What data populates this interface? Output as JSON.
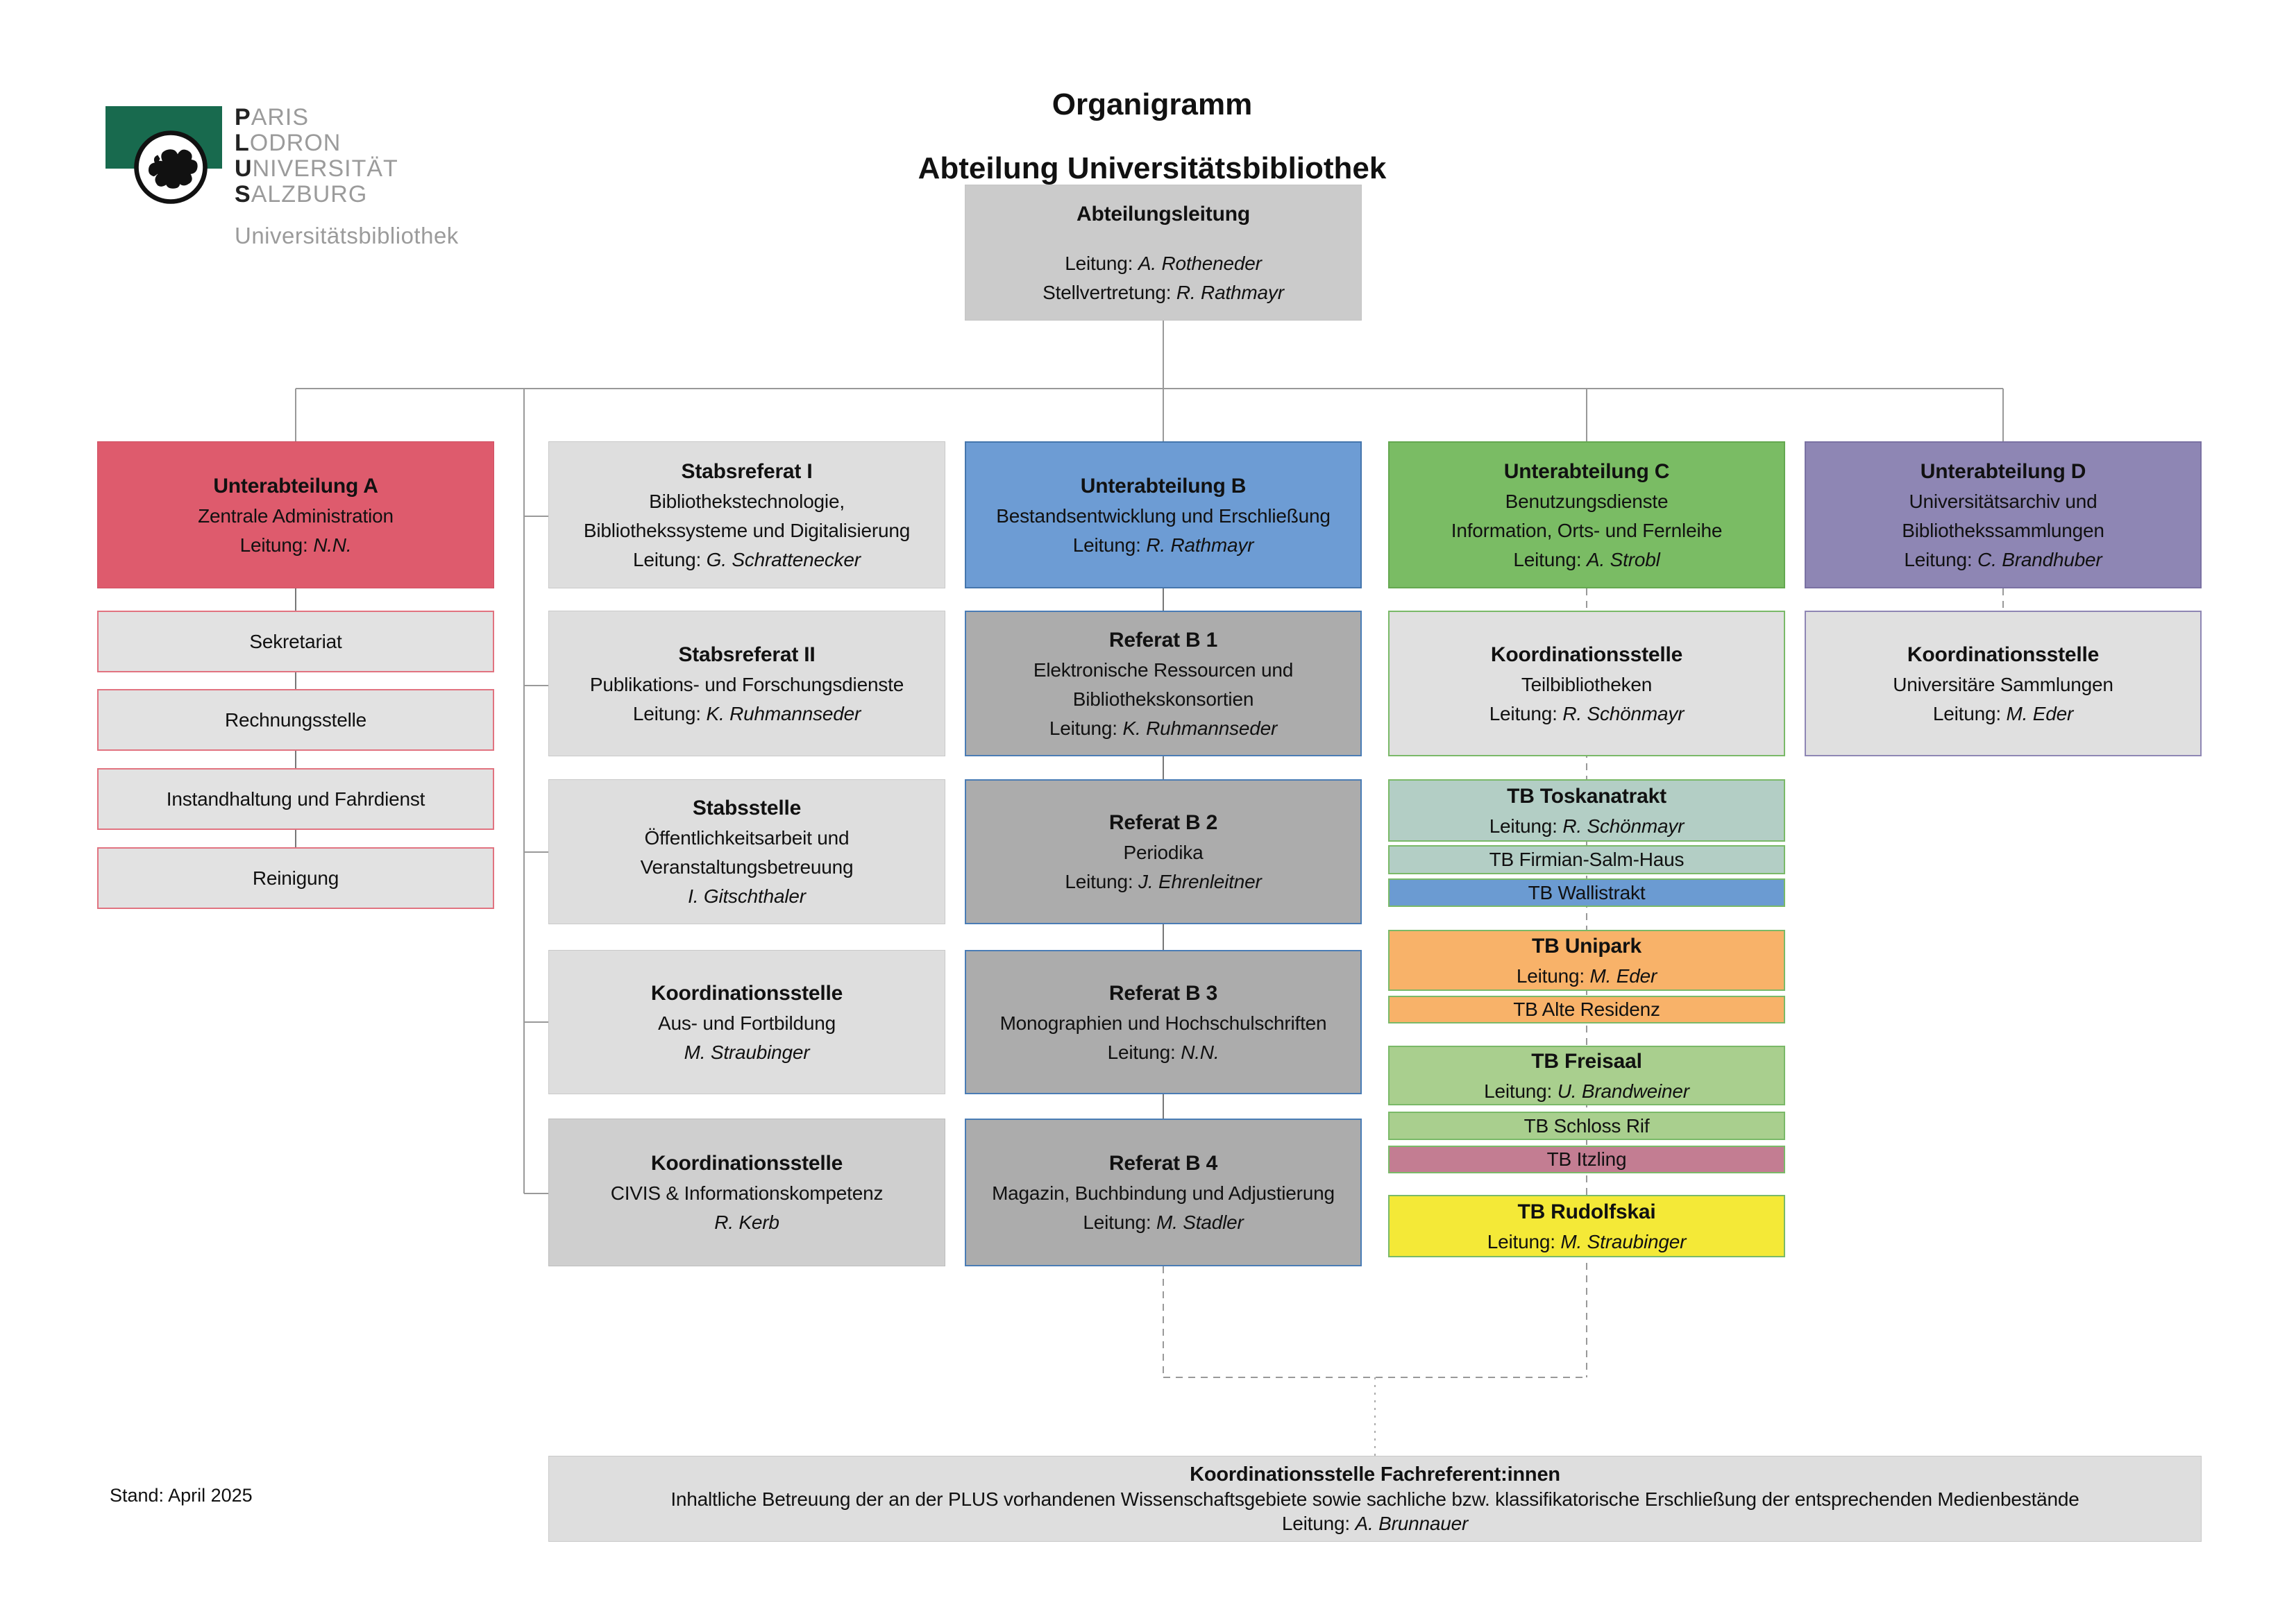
{
  "page": {
    "title_line1": "Organigramm",
    "title_line2": "Abteilung Universitätsbibliothek",
    "stand": "Stand: April 2025"
  },
  "logo": {
    "lines": [
      {
        "initial": "P",
        "rest": "ARIS"
      },
      {
        "initial": "L",
        "rest": "ODRON"
      },
      {
        "initial": "U",
        "rest": "NIVERSITÄT"
      },
      {
        "initial": "S",
        "rest": "ALZBURG"
      }
    ],
    "subtitle": "Universitätsbibliothek",
    "lion_icon": "plus-lion-crest",
    "green": "#186a4e"
  },
  "colors": {
    "red": "#de5b6d",
    "blue": "#6d9cd4",
    "green": "#7abc64",
    "purple": "#8e86b4",
    "referat_gray": "#acacac",
    "light_gray": "#dedede",
    "orange": "#f8b269",
    "sage": "#b3cec5",
    "light_green": "#a9cf8e",
    "mauve": "#c37d92",
    "yellow": "#f4e937"
  },
  "abteilungsleitung": {
    "title": "Abteilungsleitung",
    "leitung_label": "Leitung: ",
    "leitung_name": "A. Rotheneder",
    "stv_label": "Stellvertretung: ",
    "stv_name": "R. Rathmayr"
  },
  "ua_a": {
    "title": "Unterabteilung A",
    "sub1": "Zentrale Administration",
    "leitung_label": "Leitung: ",
    "leitung_name": "N.N."
  },
  "a_sub": {
    "sekretariat": "Sekretariat",
    "rechnungsstelle": "Rechnungsstelle",
    "instandhaltung": "Instandhaltung und Fahrdienst",
    "reinigung": "Reinigung"
  },
  "stab1": {
    "title": "Stabsreferat I",
    "sub1": "Bibliothekstechnologie,",
    "sub2": "Bibliothekssysteme und Digitalisierung",
    "leitung_label": "Leitung: ",
    "leitung_name": "G. Schrattenecker"
  },
  "stab2": {
    "title": "Stabsreferat II",
    "sub1": "Publikations- und Forschungsdienste",
    "leitung_label": "Leitung: ",
    "leitung_name": "K. Ruhmannseder"
  },
  "stabsstelle": {
    "title": "Stabsstelle",
    "sub1": "Öffentlichkeitsarbeit und",
    "sub2": "Veranstaltungsbetreuung",
    "leitung_label": "",
    "leitung_name": "I. Gitschthaler"
  },
  "koord_fortbildung": {
    "title": "Koordinationsstelle",
    "sub1": "Aus- und Fortbildung",
    "leitung_label": "",
    "leitung_name": "M. Straubinger"
  },
  "koord_civis": {
    "title": "Koordinationsstelle",
    "sub1": "CIVIS & Informationskompetenz",
    "leitung_label": "",
    "leitung_name": "R. Kerb"
  },
  "ua_b": {
    "title": "Unterabteilung B",
    "sub1": "Bestandsentwicklung und Erschließung",
    "leitung_label": "Leitung: ",
    "leitung_name": "R. Rathmayr"
  },
  "b1": {
    "title": "Referat B 1",
    "sub1": "Elektronische Ressourcen und",
    "sub2": "Bibliothekskonsortien",
    "leitung_label": "Leitung: ",
    "leitung_name": "K. Ruhmannseder"
  },
  "b2": {
    "title": "Referat B 2",
    "sub1": "Periodika",
    "leitung_label": "Leitung: ",
    "leitung_name": "J. Ehrenleitner"
  },
  "b3": {
    "title": "Referat B 3",
    "sub1": "Monographien und Hochschulschriften",
    "leitung_label": "Leitung: ",
    "leitung_name": "N.N."
  },
  "b4": {
    "title": "Referat B 4",
    "sub1": "Magazin, Buchbindung und Adjustierung",
    "leitung_label": "Leitung: ",
    "leitung_name": "M. Stadler"
  },
  "ua_c": {
    "title": "Unterabteilung C",
    "sub1": "Benutzungsdienste",
    "sub2": "Information, Orts- und Fernleihe",
    "leitung_label": "Leitung: ",
    "leitung_name": "A. Strobl"
  },
  "koord_teilbib": {
    "title": "Koordinationsstelle",
    "sub1": "Teilbibliotheken",
    "leitung_label": "Leitung: ",
    "leitung_name": "R. Schönmayr"
  },
  "tb_toskana": {
    "title": "TB Toskanatrakt",
    "leitung_label": "Leitung: ",
    "leitung_name": "R. Schönmayr"
  },
  "tb_firmian": {
    "title": "TB Firmian-Salm-Haus"
  },
  "tb_wallistrakt": {
    "title": "TB Wallistrakt"
  },
  "tb_unipark": {
    "title": "TB Unipark",
    "leitung_label": "Leitung: ",
    "leitung_name": "M. Eder"
  },
  "tb_alteresidenz": {
    "title": "TB Alte Residenz"
  },
  "tb_freisaal": {
    "title": "TB Freisaal",
    "leitung_label": "Leitung: ",
    "leitung_name": "U. Brandweiner"
  },
  "tb_schlossrif": {
    "title": "TB Schloss Rif"
  },
  "tb_itzling": {
    "title": "TB Itzling"
  },
  "tb_rudolfskai": {
    "title": "TB Rudolfskai",
    "leitung_label": "Leitung: ",
    "leitung_name": "M. Straubinger"
  },
  "ua_d": {
    "title": "Unterabteilung D",
    "sub1": "Universitätsarchiv und",
    "sub2": "Bibliothekssammlungen",
    "leitung_label": "Leitung: ",
    "leitung_name": "C. Brandhuber"
  },
  "koord_sammlungen": {
    "title": "Koordinationsstelle",
    "sub1": "Universitäre Sammlungen",
    "leitung_label": "Leitung: ",
    "leitung_name": "M. Eder"
  },
  "fachreferenten": {
    "title": "Koordinationsstelle Fachreferent:innen",
    "sub1": "Inhaltliche Betreuung der an der PLUS vorhandenen Wissenschaftsgebiete sowie sachliche bzw. klassifikatorische Erschließung der entsprechenden Medienbestände",
    "leitung_label": "Leitung: ",
    "leitung_name": "A. Brunnauer"
  }
}
